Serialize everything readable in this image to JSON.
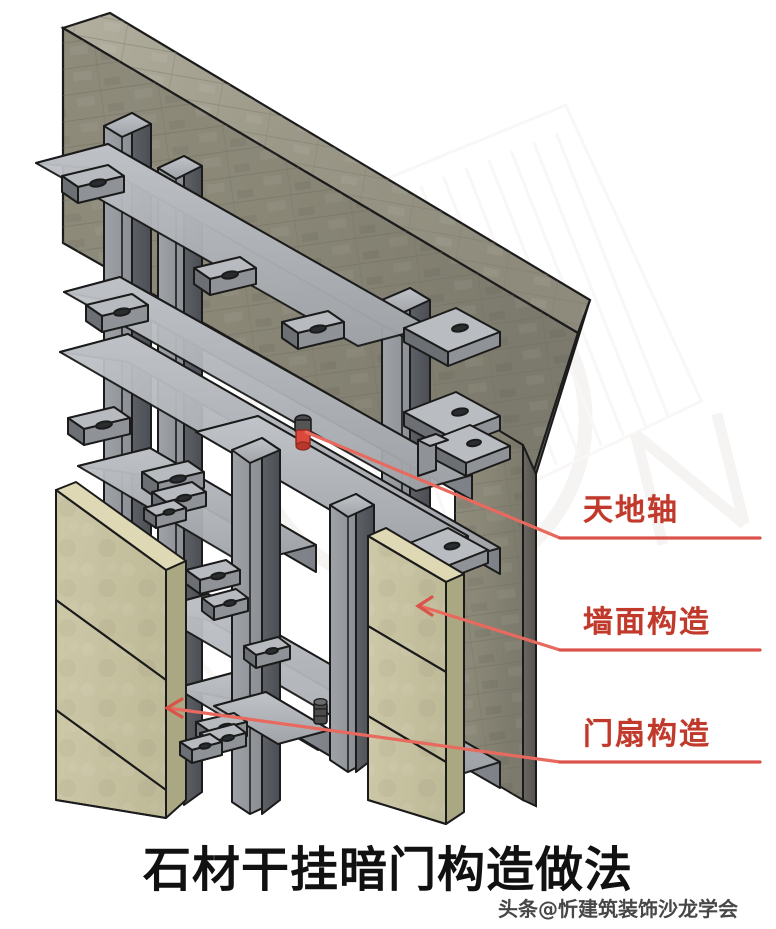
{
  "figure": {
    "title": "石材干挂暗门构造做法",
    "watermark_credit": "头条@忻建筑装饰沙龙学会",
    "background_watermark": "ON",
    "type": "3d-construction-detail"
  },
  "callouts": [
    {
      "id": "pivot-hinge",
      "label": "天地轴",
      "color": "#c0392b"
    },
    {
      "id": "wall-framing",
      "label": "墙面构造",
      "color": "#c0392b"
    },
    {
      "id": "door-leaf",
      "label": "门扇构造",
      "color": "#c0392b"
    }
  ],
  "colors": {
    "callout_red": "#c0392b",
    "leader_red": "#e8695e",
    "wall_light": "#9a9786",
    "wall_mid": "#8b8877",
    "wall_dark": "#6d6b5e",
    "wall_top": "#a5a292",
    "steel_light": "#b9bcc0",
    "steel_mid": "#8d9196",
    "steel_dark": "#62666b",
    "steel_darkest": "#4a4e53",
    "stone_face": "#c6c3a1",
    "stone_edge": "#ded9b4",
    "stone_dark": "#aaa883",
    "outline": "#1b1b1b",
    "title_text": "#111111",
    "page_bg": "#ffffff"
  },
  "components": {
    "wall": "concrete masonry wall",
    "frame": "galvanized square steel tube frame",
    "brackets": "steel angle connectors with slotted holes",
    "panels": "dry-hung stone cladding panels",
    "hinge_top": "top pivot",
    "hinge_bottom": "bottom pivot"
  }
}
